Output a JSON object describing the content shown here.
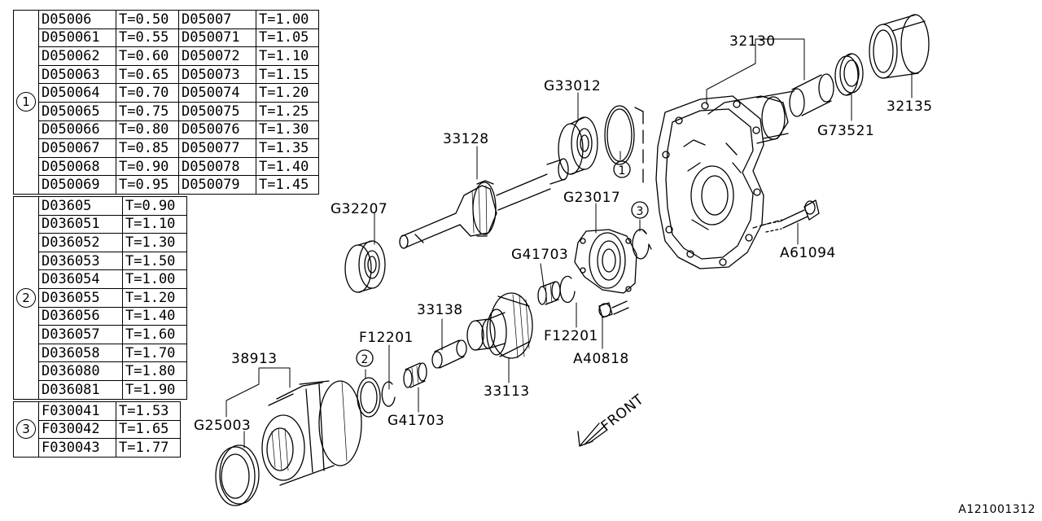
{
  "table1": {
    "marker": "1",
    "rows": [
      [
        "D05006",
        "T=0.50",
        "D05007",
        "T=1.00"
      ],
      [
        "D050061",
        "T=0.55",
        "D050071",
        "T=1.05"
      ],
      [
        "D050062",
        "T=0.60",
        "D050072",
        "T=1.10"
      ],
      [
        "D050063",
        "T=0.65",
        "D050073",
        "T=1.15"
      ],
      [
        "D050064",
        "T=0.70",
        "D050074",
        "T=1.20"
      ],
      [
        "D050065",
        "T=0.75",
        "D050075",
        "T=1.25"
      ],
      [
        "D050066",
        "T=0.80",
        "D050076",
        "T=1.30"
      ],
      [
        "D050067",
        "T=0.85",
        "D050077",
        "T=1.35"
      ],
      [
        "D050068",
        "T=0.90",
        "D050078",
        "T=1.40"
      ],
      [
        "D050069",
        "T=0.95",
        "D050079",
        "T=1.45"
      ]
    ]
  },
  "table2": {
    "marker": "2",
    "rows": [
      [
        "D03605",
        "T=0.90"
      ],
      [
        "D036051",
        "T=1.10"
      ],
      [
        "D036052",
        "T=1.30"
      ],
      [
        "D036053",
        "T=1.50"
      ],
      [
        "D036054",
        "T=1.00"
      ],
      [
        "D036055",
        "T=1.20"
      ],
      [
        "D036056",
        "T=1.40"
      ],
      [
        "D036057",
        "T=1.60"
      ],
      [
        "D036058",
        "T=1.70"
      ],
      [
        "D036080",
        "T=1.80"
      ],
      [
        "D036081",
        "T=1.90"
      ]
    ]
  },
  "table3": {
    "marker": "3",
    "rows": [
      [
        "F030041",
        "T=1.53"
      ],
      [
        "F030042",
        "T=1.65"
      ],
      [
        "F030043",
        "T=1.77"
      ]
    ]
  },
  "labels": {
    "p32130": "32130",
    "p32135": "32135",
    "p73521": "G73521",
    "p33012": "G33012",
    "p33128": "33128",
    "p32207": "G32207",
    "p23017": "G23017",
    "p41703a": "G41703",
    "p61094": "A61094",
    "p33138": "33138",
    "p12201a": "F12201",
    "p12201b": "F12201",
    "p40818": "A40818",
    "p38913": "38913",
    "p33113": "33113",
    "p41703b": "G41703",
    "p25003": "G25003",
    "callout1": "1",
    "callout2": "2",
    "callout3": "3",
    "front": "FRONT"
  },
  "reference_id": "A121001312"
}
